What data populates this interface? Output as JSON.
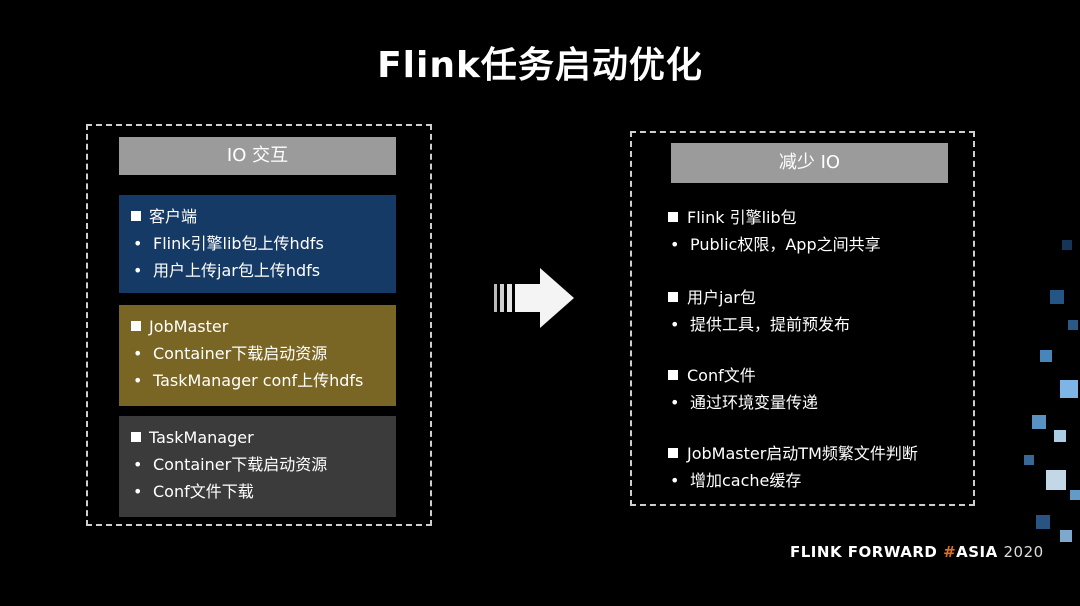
{
  "title": "Flink任务启动优化",
  "left": {
    "header": "IO 交互",
    "client": {
      "heading": "客户端",
      "items": [
        "Flink引擎lib包上传hdfs",
        "用户上传jar包上传hdfs"
      ]
    },
    "jobmaster": {
      "heading": "JobMaster",
      "items": [
        "Container下载启动资源",
        "TaskManager conf上传hdfs"
      ]
    },
    "taskmanager": {
      "heading": "TaskManager",
      "items": [
        "Container下载启动资源",
        "Conf文件下载"
      ]
    }
  },
  "right": {
    "header": "减少 IO",
    "groups": [
      {
        "heading": "Flink 引擎lib包",
        "item": "Public权限，App之间共享"
      },
      {
        "heading": "用户jar包",
        "item": "提供工具，提前预发布"
      },
      {
        "heading": "Conf文件",
        "item": "通过环境变量传递"
      },
      {
        "heading": "JobMaster启动TM频繁文件判断",
        "item": "增加cache缓存"
      }
    ]
  },
  "brand": {
    "main": "FLINK FORWARD",
    "hash": "#",
    "asia": "ASIA",
    "year": "2020"
  },
  "colors": {
    "background": "#000000",
    "header_bar": "#9b9b9b",
    "client_box": "#163a66",
    "jobmaster_box": "#7a6624",
    "taskmanager_box": "#3b3b3b",
    "brand_hash": "#e07020"
  },
  "icons": [
    "arrow-right-icon"
  ]
}
